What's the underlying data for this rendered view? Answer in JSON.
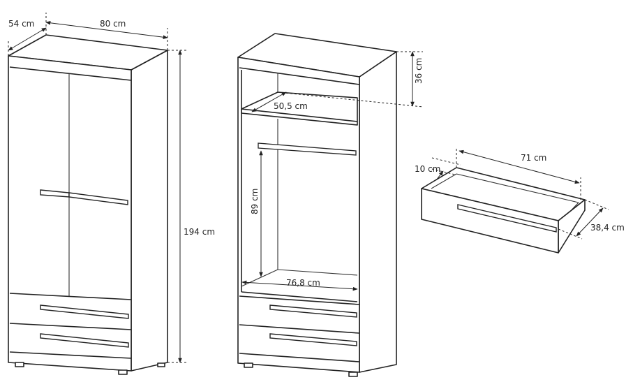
{
  "closed_wardrobe": {
    "depth_label": "54 cm",
    "width_label": "80 cm",
    "height_label": "194 cm"
  },
  "open_wardrobe": {
    "top_compartment_height_label": "36 cm",
    "shelf_depth_label": "50,5 cm",
    "hanging_height_label": "89 cm",
    "inner_width_label": "76,8 cm"
  },
  "drawer": {
    "length_label": "71 cm",
    "height_label": "10 cm",
    "depth_label": "38,4 cm"
  },
  "colors": {
    "line": "#222222",
    "background": "#ffffff"
  }
}
